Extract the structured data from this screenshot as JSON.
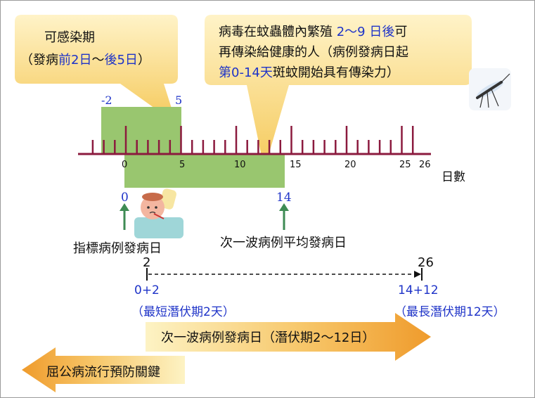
{
  "callout_left": {
    "line1": "可感染期",
    "line2_pre": "（發病",
    "line2_em1": "前2日",
    "line2_mid": "～",
    "line2_em2": "後5日",
    "line2_post": "）"
  },
  "callout_right": {
    "line1_pre": "病毒在蚊蟲體內繁殖 ",
    "line1_em": "2～9 日後",
    "line1_post": "可",
    "line2": "再傳染給健康的人（病例發病日起",
    "line3_em": "第0-14天",
    "line3_post": "斑蚊開始具有傳染力）"
  },
  "infective_box": {
    "start_label": "-2",
    "end_label": "5"
  },
  "ruler": {
    "tick_labels": [
      "0",
      "5",
      "10",
      "15",
      "20",
      "25",
      "26"
    ],
    "unit_label": "日數"
  },
  "index_case": {
    "day_label": "0",
    "caption": "指標病例發病日"
  },
  "next_wave": {
    "day_label": "14",
    "caption": "次一波病例平均發病日"
  },
  "incubation": {
    "start_label": "2",
    "end_label": "26",
    "start_calc": "0+2",
    "end_calc": "14+12",
    "shortest": "（最短潛伏期2天）",
    "longest": "（最長潛伏期12天）"
  },
  "arrow_right_label": "次一波病例發病日（潛伏期2～12日）",
  "arrow_left_label": "屈公病流行預防關鍵",
  "colors": {
    "callout_fill": "#fbd97a",
    "green_box": "#99c66f",
    "ruler_red": "#8b1a3e",
    "up_arrow": "#3e8b54",
    "arrow_orange": "#f0a63b",
    "blue_text": "#1e33c8"
  }
}
